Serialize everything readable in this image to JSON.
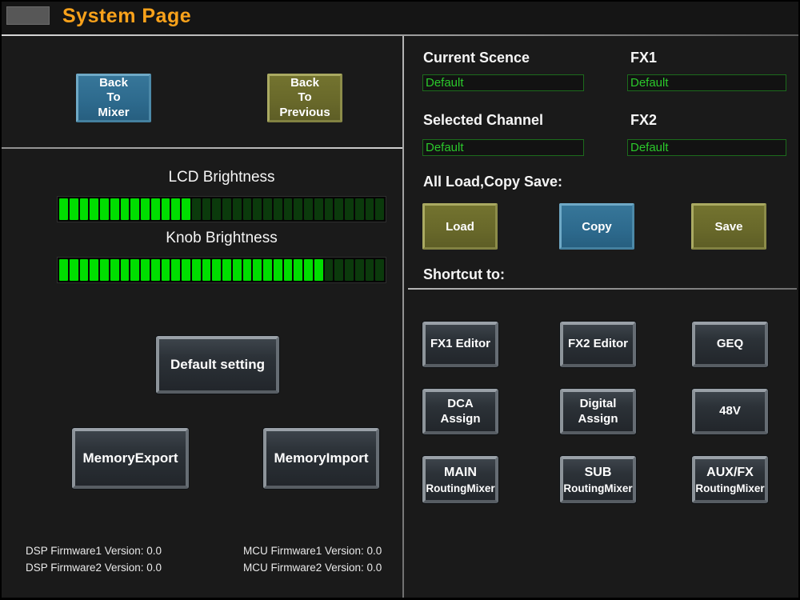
{
  "title_bar": {
    "title": "System Page"
  },
  "left": {
    "back_to_mixer": {
      "lines": [
        "Back",
        "To",
        "Mixer"
      ]
    },
    "back_to_previous": {
      "lines": [
        "Back",
        "To",
        "Previous"
      ]
    },
    "lcd_brightness": {
      "label": "LCD Brightness",
      "total_segments": 32,
      "lit_segments": 13
    },
    "knob_brightness": {
      "label": "Knob Brightness",
      "total_segments": 32,
      "lit_segments": 26
    },
    "default_setting_label": "Default setting",
    "memory_export_label": "MemoryExport",
    "memory_import_label": "MemoryImport",
    "firmware": [
      "DSP Firmware1 Version: 0.0",
      "DSP Firmware2 Version: 0.0",
      "MCU Firmware1 Version: 0.0",
      "MCU Firmware2 Version: 0.0"
    ]
  },
  "right": {
    "current_scene": {
      "label": "Current Scence",
      "value": "Default"
    },
    "fx1": {
      "label": "FX1",
      "value": "Default"
    },
    "selected_channel": {
      "label": "Selected Channel",
      "value": "Default"
    },
    "fx2": {
      "label": "FX2",
      "value": "Default"
    },
    "all_section_label": "All Load,Copy Save:",
    "load_label": "Load",
    "copy_label": "Copy",
    "save_label": "Save",
    "shortcut_section_label": "Shortcut to:",
    "shortcuts": [
      {
        "line1": "FX1 Editor"
      },
      {
        "line1": "FX2 Editor"
      },
      {
        "line1": "GEQ"
      },
      {
        "line1": "DCA",
        "line2": "Assign"
      },
      {
        "line1": "Digital",
        "line2": "Assign"
      },
      {
        "line1": "48V"
      },
      {
        "line1": "MAIN",
        "line2": "RoutingMixer"
      },
      {
        "line1": "SUB",
        "line2": "RoutingMixer"
      },
      {
        "line1": "AUX/FX",
        "line2": "RoutingMixer"
      }
    ]
  },
  "colors": {
    "accent_orange": "#f9a21b",
    "led_on": "#00de00",
    "led_off": "#0b3a0c",
    "field_green_text": "#2bc82b",
    "field_green_border": "#1c6b1c",
    "teal_button": "#2d6a8d",
    "olive_button": "#68682a",
    "charcoal_button": "#2c3238"
  }
}
